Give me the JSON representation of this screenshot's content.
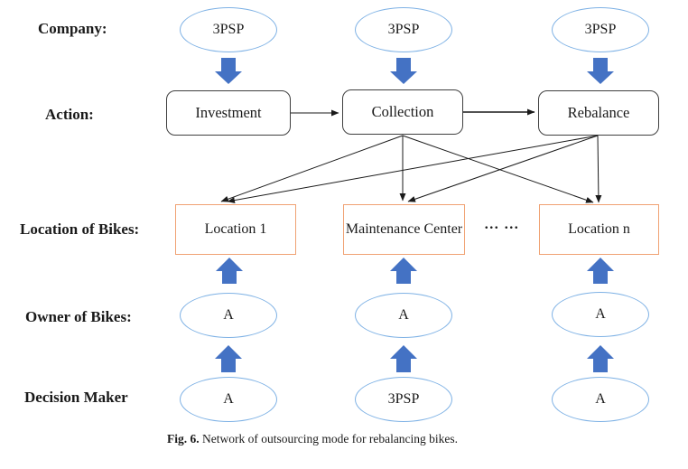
{
  "figure": {
    "rows": {
      "company": {
        "label": "Company:",
        "nodes": [
          "3PSP",
          "3PSP",
          "3PSP"
        ]
      },
      "action": {
        "label": "Action:",
        "nodes": [
          "Investment",
          "Collection",
          "Rebalance"
        ]
      },
      "locations": {
        "label": "Location of Bikes:",
        "nodes": [
          "Location 1",
          "Maintenance Center",
          "Location n"
        ],
        "ellipsis": "... ..."
      },
      "owners": {
        "label": "Owner of Bikes:",
        "nodes": [
          "A",
          "A",
          "A"
        ]
      },
      "decision": {
        "label": "Decision Maker",
        "nodes": [
          "A",
          "3PSP",
          "A"
        ]
      }
    },
    "edges": [
      {
        "from": "Investment",
        "to": "Collection"
      },
      {
        "from": "Collection",
        "to": "Rebalance"
      },
      {
        "from": "Collection",
        "to": "Location 1"
      },
      {
        "from": "Collection",
        "to": "Maintenance Center"
      },
      {
        "from": "Collection",
        "to": "Location n"
      },
      {
        "from": "Rebalance",
        "to": "Location 1"
      },
      {
        "from": "Rebalance",
        "to": "Maintenance Center"
      },
      {
        "from": "Rebalance",
        "to": "Location n"
      },
      {
        "from": "Company 3PSP",
        "to": "Action (blue down arrow)"
      },
      {
        "from": "Owner of Bikes",
        "to": "Location of Bikes (blue up arrow)"
      },
      {
        "from": "Decision Maker",
        "to": "Owner of Bikes (blue up arrow)"
      }
    ],
    "caption": {
      "tag": "Fig. 6.",
      "text": "Network of outsourcing mode for rebalancing bikes."
    },
    "colors": {
      "arrow_blue": "#4472C4",
      "ellipse_border": "#7FB2E5",
      "location_border": "#F0A273",
      "action_border": "#3F3F3F",
      "connector": "#1A1A1A"
    }
  }
}
